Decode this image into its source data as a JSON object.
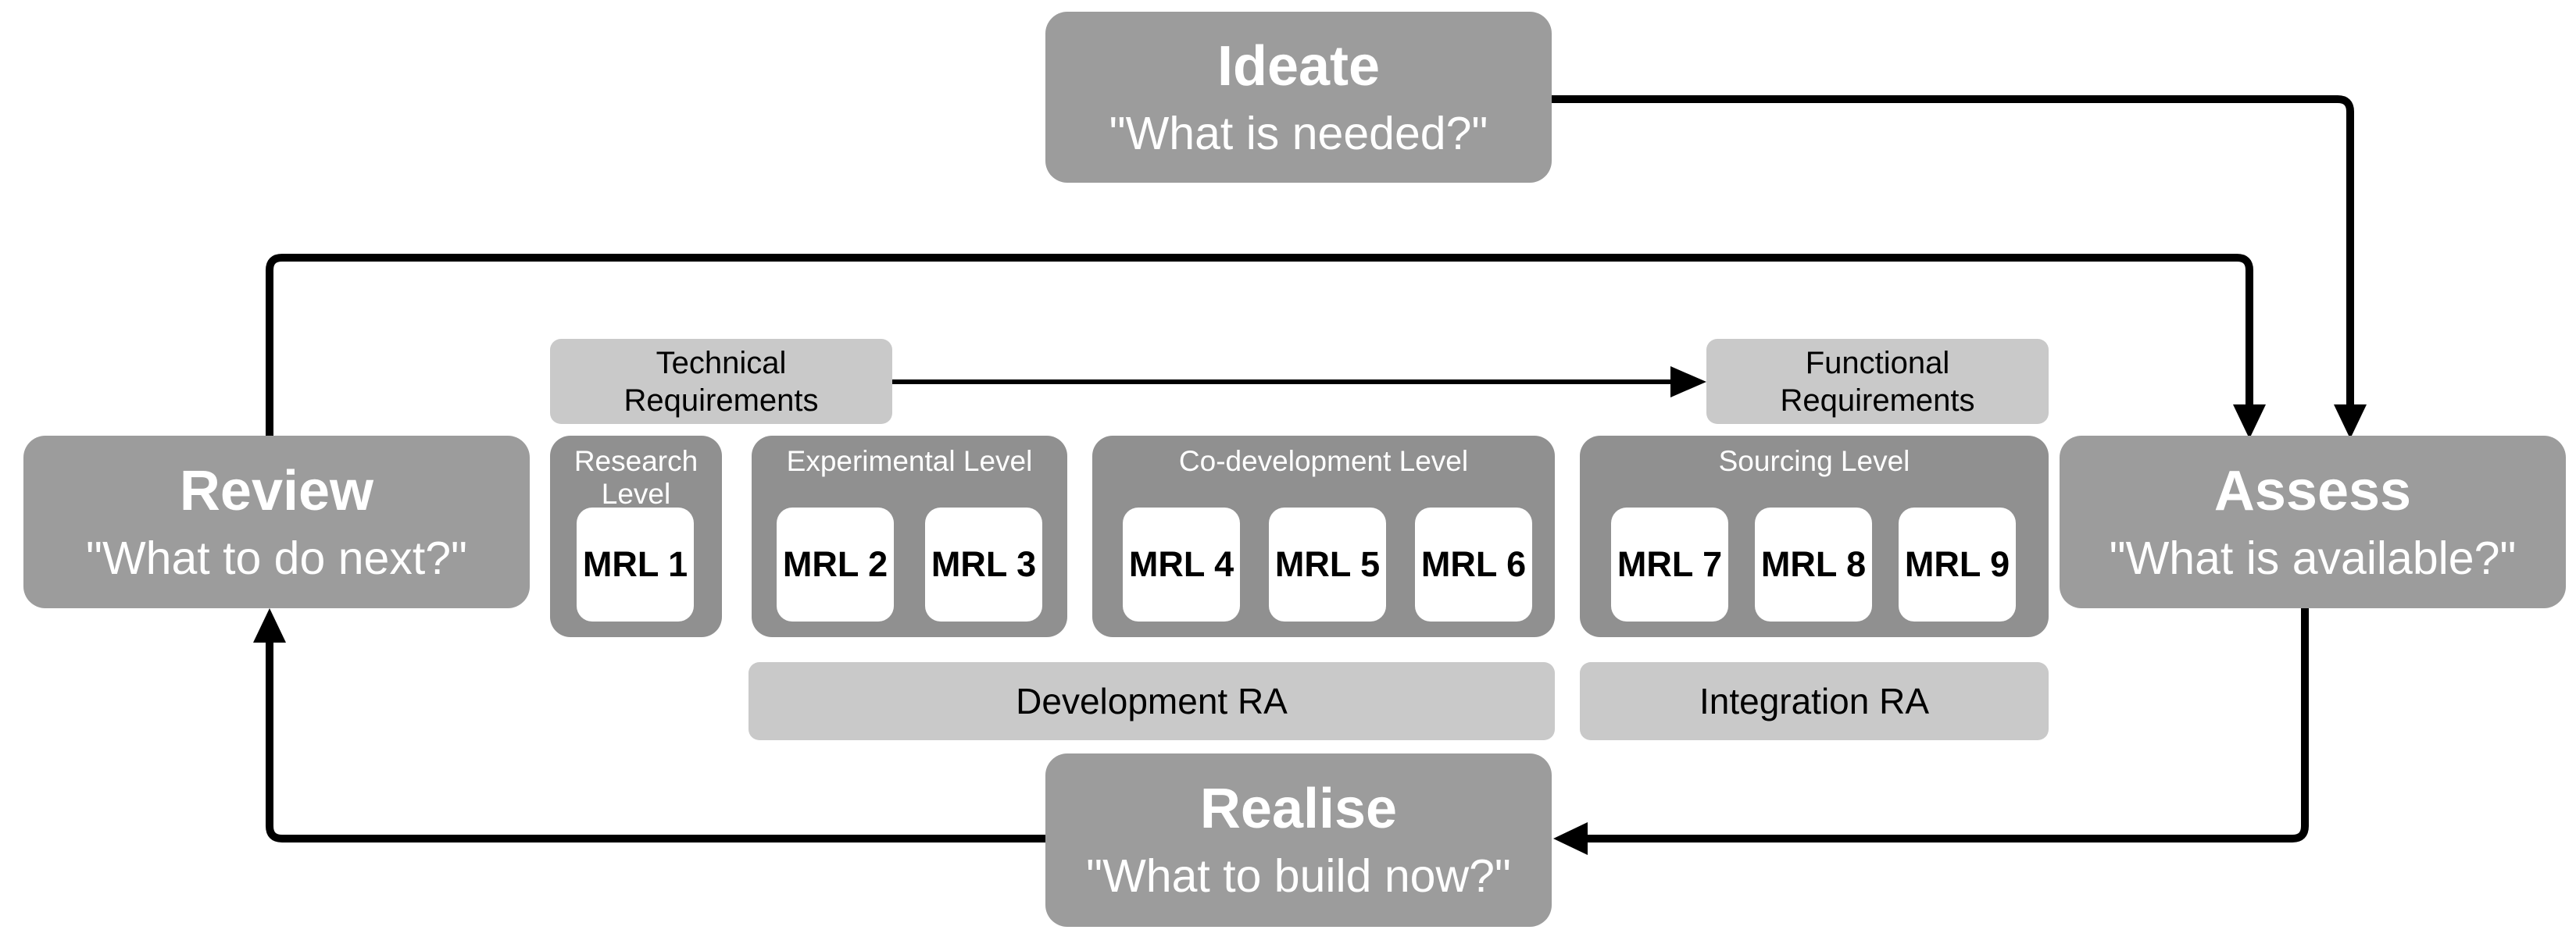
{
  "diagram": {
    "title": "MRL ideation cycle diagram",
    "nodes": {
      "ideate": {
        "title": "Ideate",
        "subtitle": "\"What is needed?\""
      },
      "review": {
        "title": "Review",
        "subtitle": "\"What to do next?\""
      },
      "assess": {
        "title": "Assess",
        "subtitle": "\"What is available?\""
      },
      "realise": {
        "title": "Realise",
        "subtitle": "\"What to build now?\""
      }
    },
    "requirements": {
      "technical": {
        "line1": "Technical",
        "line2": "Requirements"
      },
      "functional": {
        "line1": "Functional",
        "line2": "Requirements"
      }
    },
    "levels": [
      {
        "title": "Research Level",
        "mrls": [
          "MRL 1"
        ]
      },
      {
        "title": "Experimental Level",
        "mrls": [
          "MRL 2",
          "MRL 3"
        ]
      },
      {
        "title": "Co-development Level",
        "mrls": [
          "MRL 4",
          "MRL 5",
          "MRL 6"
        ]
      },
      {
        "title": "Sourcing Level",
        "mrls": [
          "MRL 7",
          "MRL 8",
          "MRL 9"
        ]
      }
    ],
    "ra_bars": {
      "development": "Development RA",
      "integration": "Integration RA"
    },
    "arrows": [
      {
        "from": "ideate",
        "to": "assess"
      },
      {
        "from": "review",
        "to": "assess"
      },
      {
        "from": "assess",
        "to": "realise"
      },
      {
        "from": "realise",
        "to": "review"
      },
      {
        "from": "technical-requirements",
        "to": "functional-requirements"
      }
    ],
    "colors": {
      "node_fill": "#9c9c9c",
      "section_fill": "#909090",
      "bar_fill": "#c9c9c9",
      "mrl_fill": "#ffffff",
      "arrow": "#000000",
      "node_text": "#ffffff",
      "bar_text": "#000000"
    }
  }
}
